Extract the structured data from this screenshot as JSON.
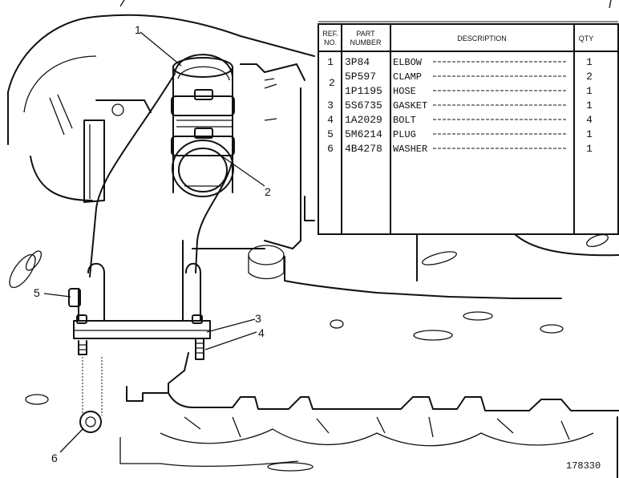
{
  "table": {
    "headers": {
      "ref_line1": "REF.",
      "ref_line2": "NO.",
      "part_line1": "PART",
      "part_line2": "NUMBER",
      "description": "DESCRIPTION",
      "qty": "QTY"
    },
    "rows": [
      {
        "ref": "1",
        "part": "3P84",
        "desc": "ELBOW",
        "qty": "1"
      },
      {
        "ref": "",
        "part": "5P597",
        "desc": "CLAMP",
        "qty": "2"
      },
      {
        "ref": "",
        "part": "1P1195",
        "desc": "HOSE",
        "qty": "1"
      },
      {
        "ref": "3",
        "part": "5S6735",
        "desc": "GASKET",
        "qty": "1"
      },
      {
        "ref": "4",
        "part": "1A2029",
        "desc": "BOLT",
        "qty": "4"
      },
      {
        "ref": "5",
        "part": "5M6214",
        "desc": "PLUG",
        "qty": "1"
      },
      {
        "ref": "6",
        "part": "4B4278",
        "desc": "WASHER",
        "qty": "1"
      }
    ],
    "grouped_ref": "2"
  },
  "callouts": {
    "c1": "1",
    "c2": "2",
    "c3": "3",
    "c4": "4",
    "c5": "5",
    "c6": "6"
  },
  "figure_number": "178330"
}
